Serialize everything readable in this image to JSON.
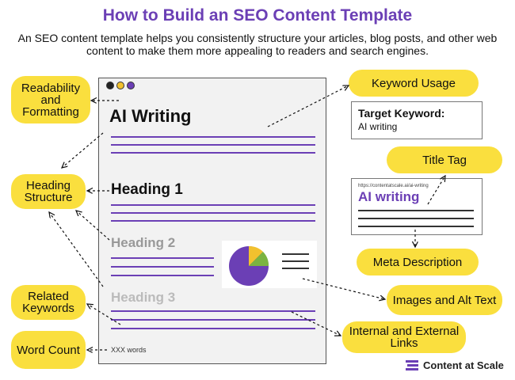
{
  "title": "How to Build an SEO Content Template",
  "subtitle": "An SEO content template helps you consistently structure your articles, blog posts, and other web content to make them more appealing to readers and search engines.",
  "callouts": {
    "readability": "Readability and Formatting",
    "heading_structure": "Heading Structure",
    "related_keywords": "Related Keywords",
    "word_count": "Word Count",
    "keyword_usage": "Keyword Usage",
    "title_tag": "Title Tag",
    "meta_description": "Meta Description",
    "images_alt": "Images and Alt Text",
    "links": "Internal and External Links"
  },
  "document": {
    "dots_colors": [
      "#222222",
      "#f2c12e",
      "#6b3fb5"
    ],
    "main_heading": "AI Writing",
    "heading1": "Heading 1",
    "heading2": "Heading 2",
    "heading3": "Heading 3",
    "word_count": "XXX words"
  },
  "keyword_card": {
    "label": "Target Keyword:",
    "value": "AI writing"
  },
  "serp_card": {
    "url": "https://contentatscale.ai/ai-writing",
    "title": "AI writing"
  },
  "logo": {
    "text": "Content at Scale"
  },
  "colors": {
    "accent": "#6b3fb5",
    "pill": "#fadf3e",
    "pie_green": "#7bb341",
    "pie_yellow": "#f2c12e"
  }
}
